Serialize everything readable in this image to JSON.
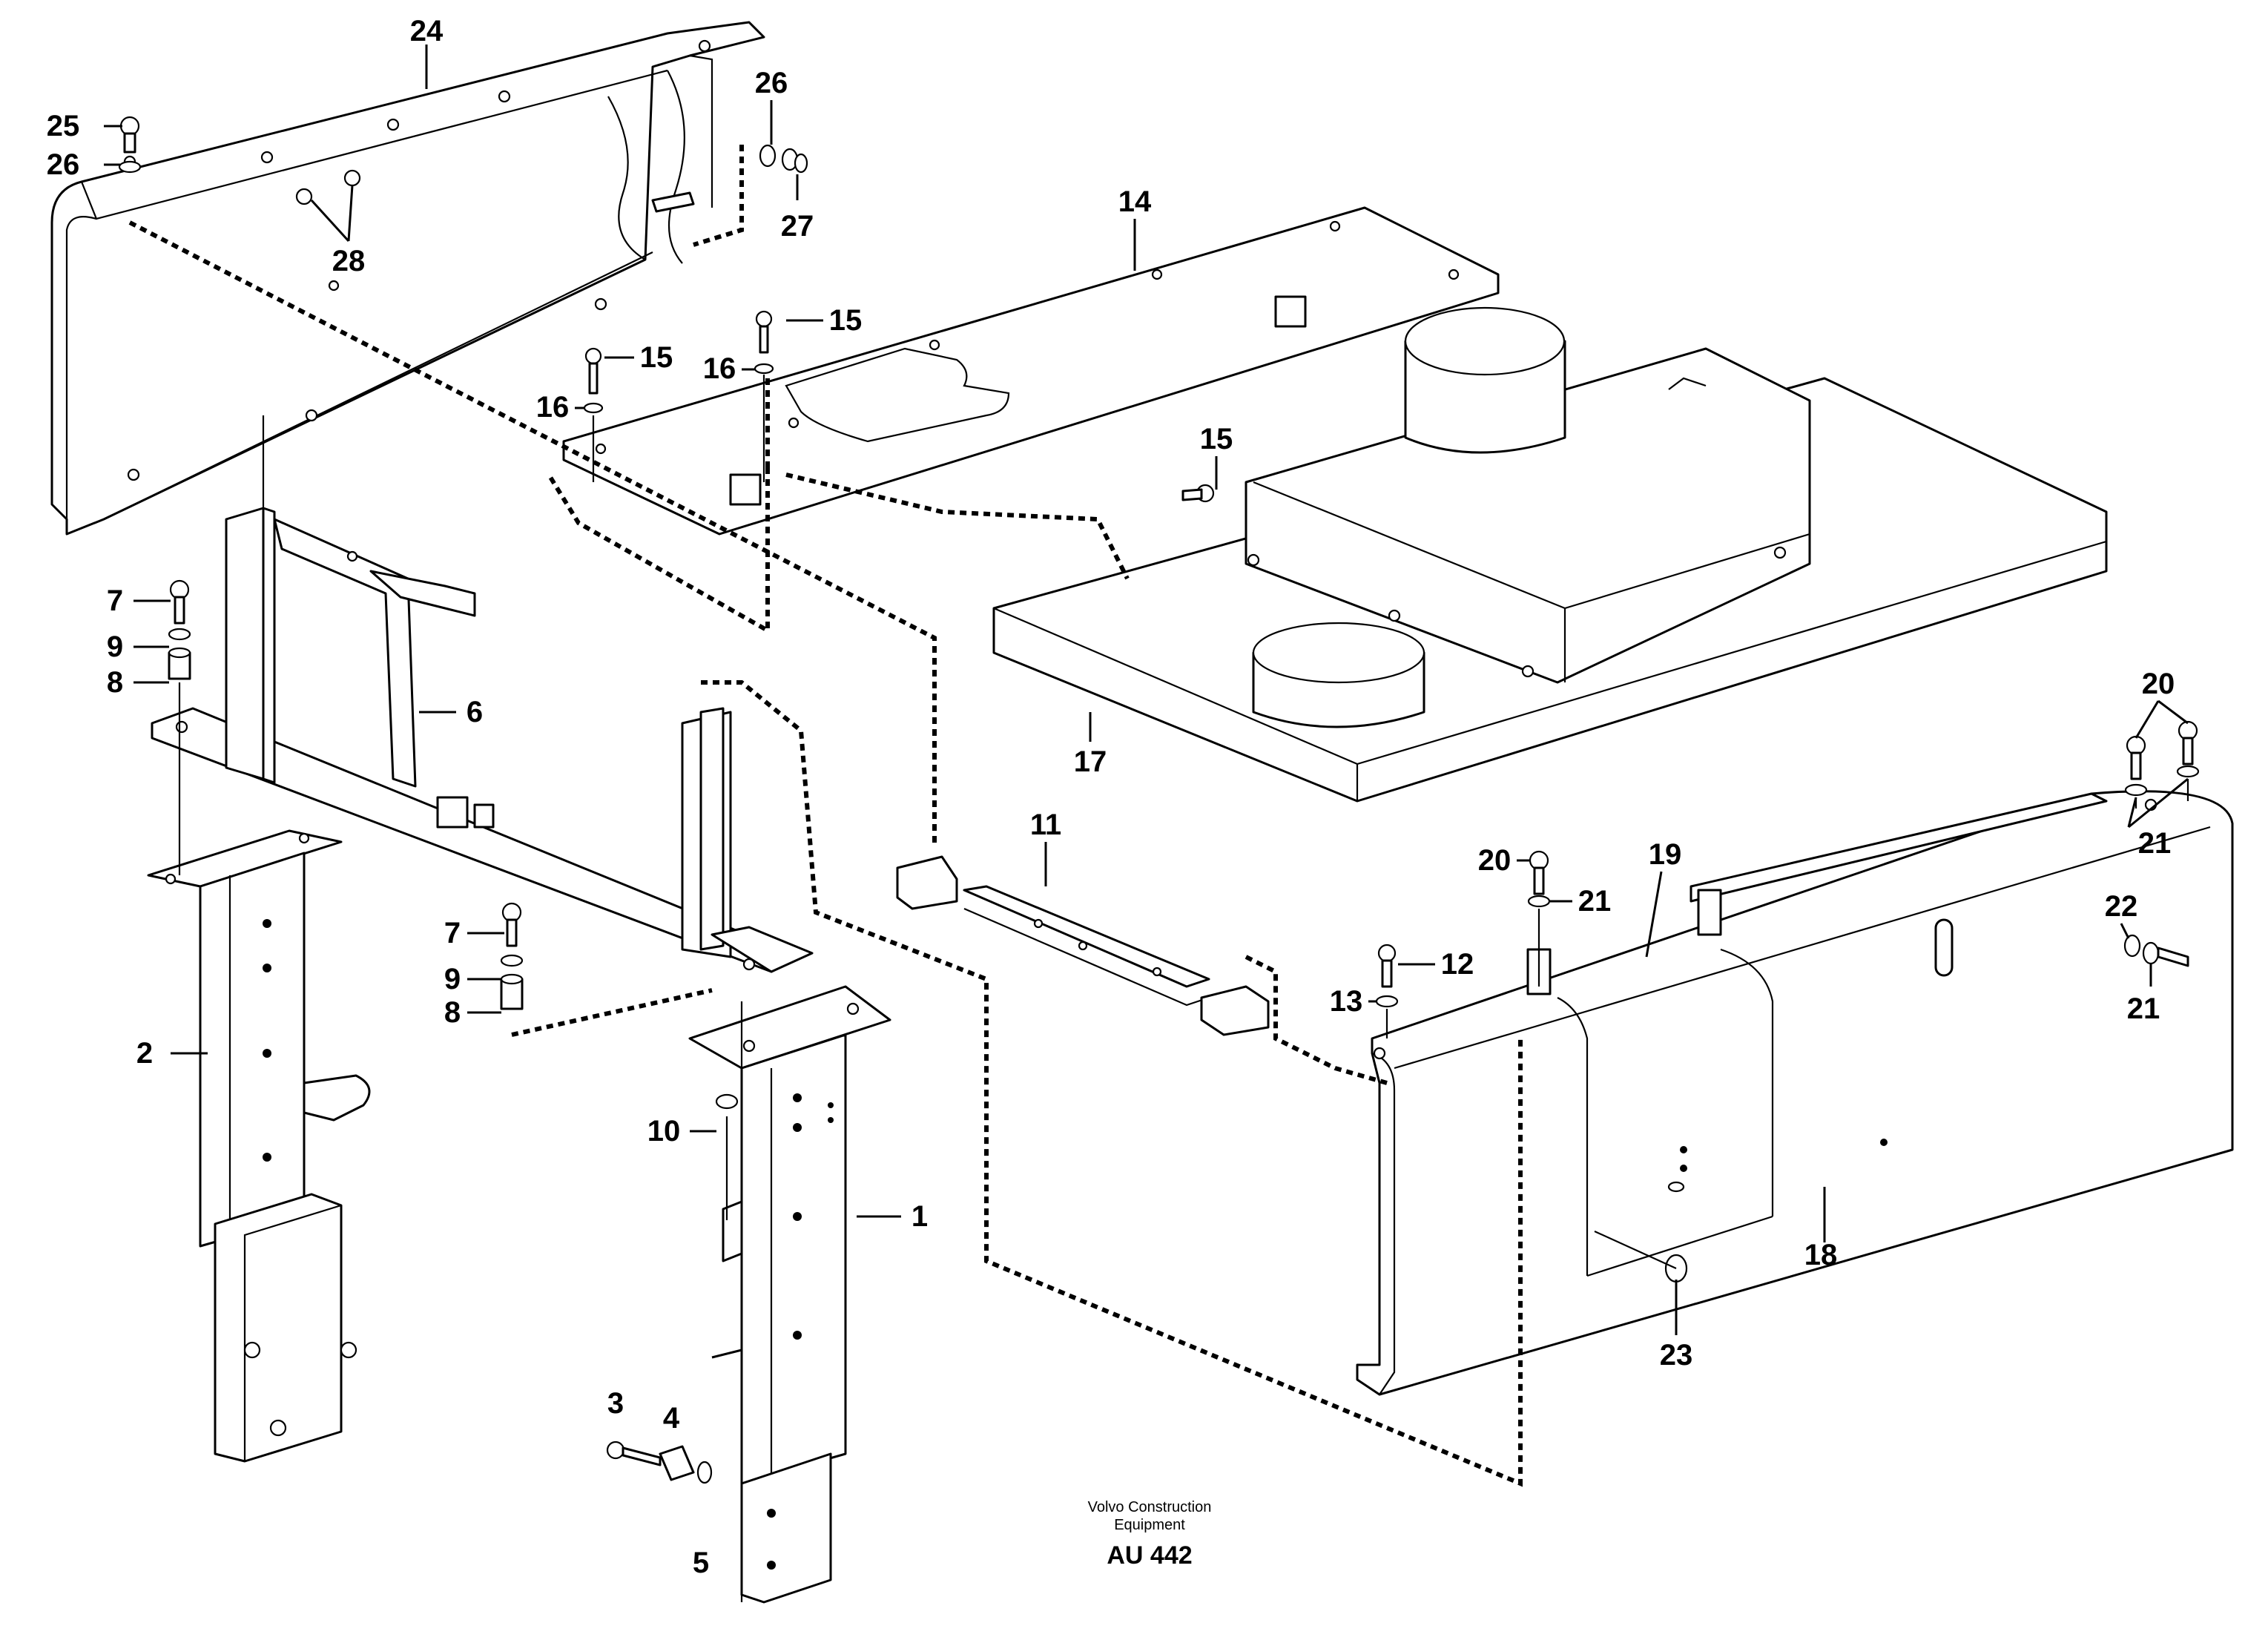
{
  "callouts": {
    "c1": "1",
    "c2": "2",
    "c3": "3",
    "c4": "4",
    "c5": "5",
    "c6": "6",
    "c7a": "7",
    "c7b": "7",
    "c8a": "8",
    "c8b": "8",
    "c9a": "9",
    "c9b": "9",
    "c10": "10",
    "c11": "11",
    "c12": "12",
    "c13": "13",
    "c14": "14",
    "c15a": "15",
    "c15b": "15",
    "c15c": "15",
    "c16a": "16",
    "c16b": "16",
    "c17": "17",
    "c18": "18",
    "c19": "19",
    "c20a": "20",
    "c20b": "20",
    "c21a": "21",
    "c21b": "21",
    "c21c": "21",
    "c22": "22",
    "c23": "23",
    "c24": "24",
    "c25": "25",
    "c26a": "26",
    "c26b": "26",
    "c27": "27",
    "c28": "28"
  },
  "credit": {
    "line1": "Volvo Construction",
    "line2": "Equipment",
    "code": "AU 442"
  }
}
